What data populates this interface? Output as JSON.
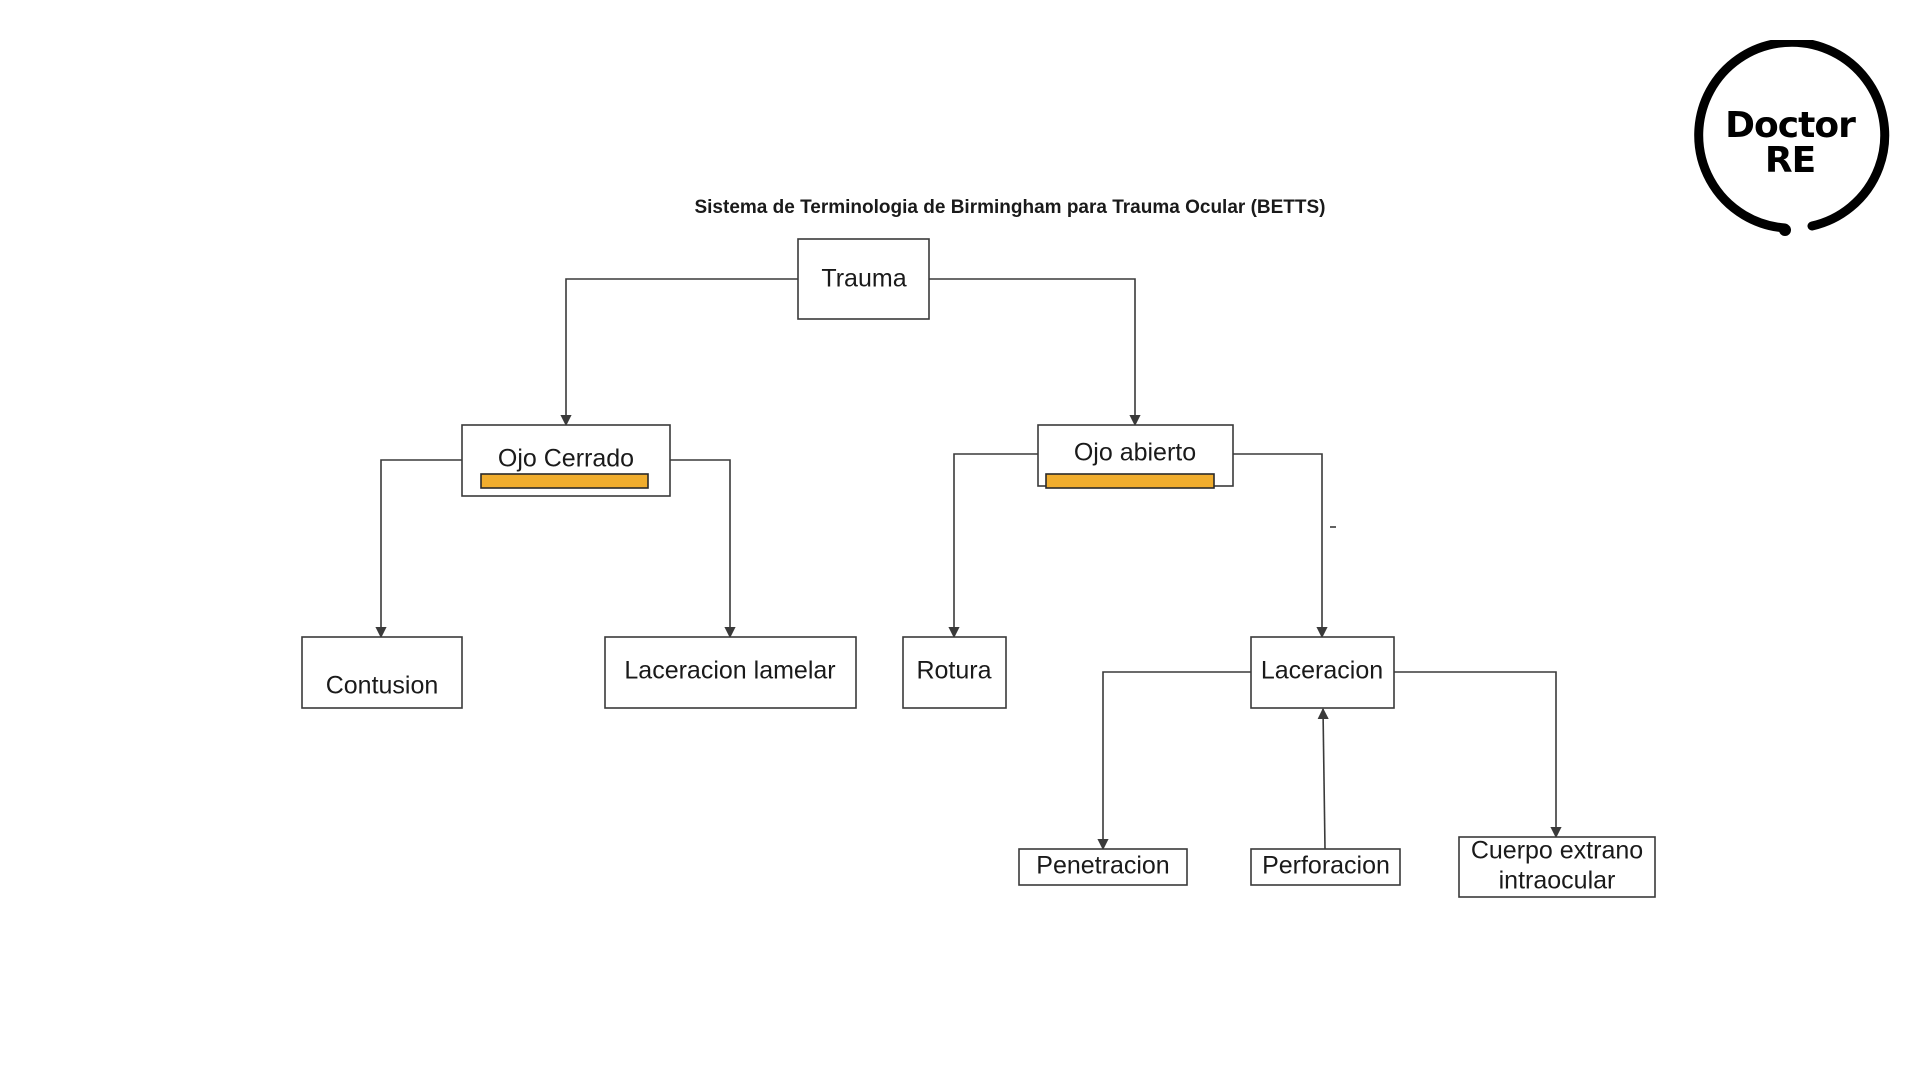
{
  "title": "Sistema de Terminologia de Birmingham para Trauma Ocular (BETTS)",
  "logo": {
    "line1": "Doctor",
    "line2": "RE"
  },
  "colors": {
    "highlight": "#f0ad2e",
    "stroke": "#3a3a3a"
  },
  "nodes": {
    "trauma": "Trauma",
    "ojo_cerrado": "Ojo Cerrado",
    "ojo_abierto": "Ojo abierto",
    "contusion": "Contusion",
    "laceracion_lamelar": "Laceracion lamelar",
    "rotura": "Rotura",
    "laceracion": "Laceracion",
    "penetracion": "Penetracion",
    "perforacion": "Perforacion",
    "cuerpo_extrano_line1": "Cuerpo extrano",
    "cuerpo_extrano_line2": "intraocular"
  }
}
